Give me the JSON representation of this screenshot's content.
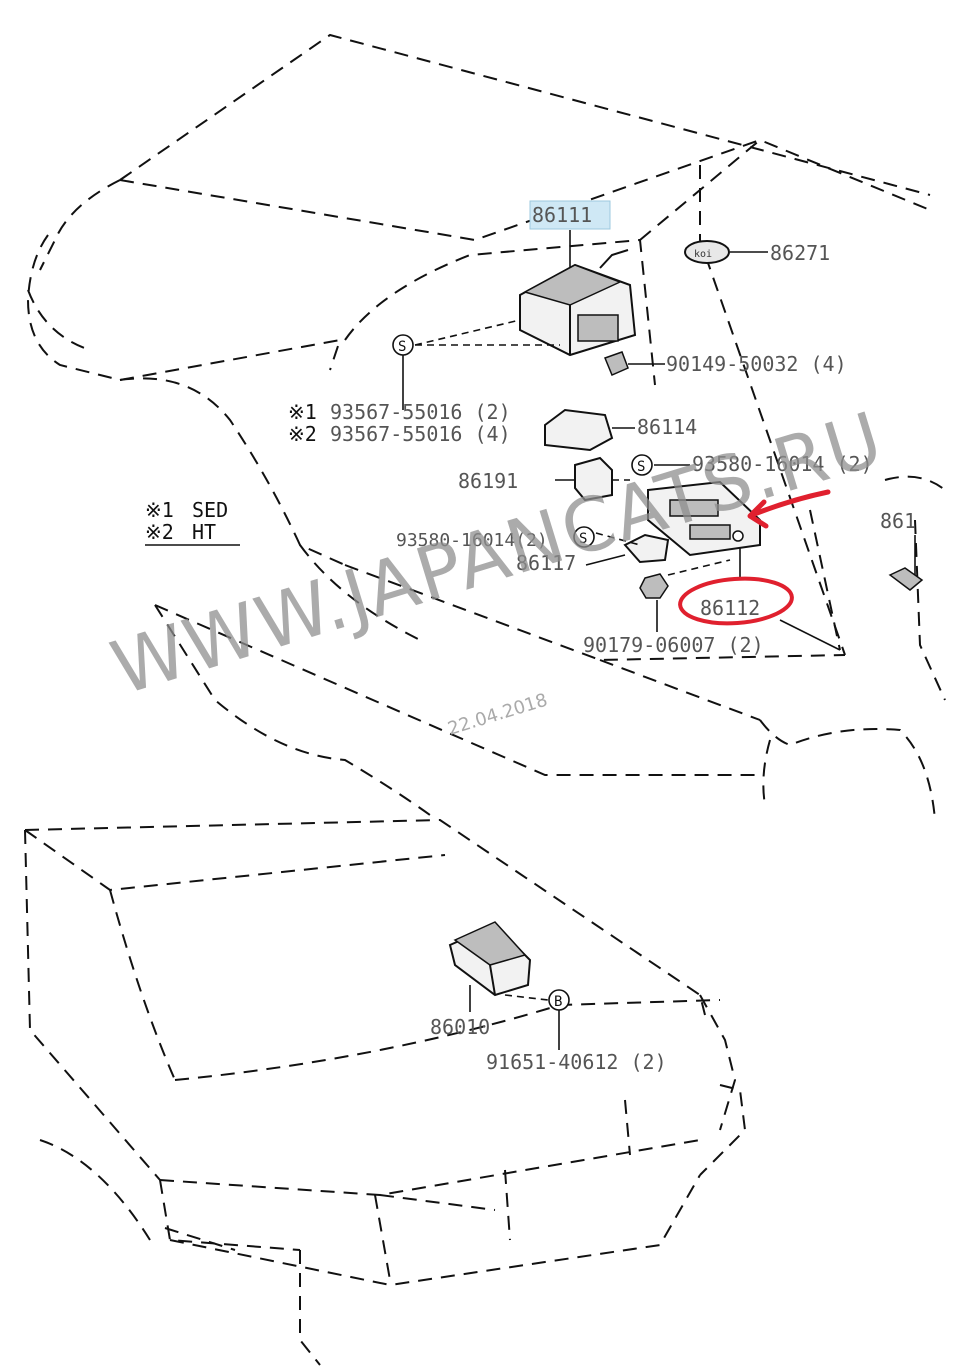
{
  "callouts": {
    "p86111": "86111",
    "p86271": "86271",
    "p90149": "90149-50032 (4)",
    "p93567a": "93567-55016 (2)",
    "p93567b": "93567-55016 (4)",
    "p86114": "86114",
    "p86191": "86191",
    "p93580r": "93580-16014 (2)",
    "p93580l": "93580-16014(2)",
    "p86117": "86117",
    "p86112": "86112",
    "p90179": "90179-06007 (2)",
    "p86010": "86010",
    "p91651": "91651-40612 (2)",
    "p861cut": "861"
  },
  "markers": {
    "s_circle": "S",
    "b_circle": "B",
    "note1": "※1",
    "note2": "※2"
  },
  "legend": {
    "row1_mark": "※1",
    "row1_text": "SED",
    "row2_mark": "※2",
    "row2_text": "HT"
  },
  "watermark": {
    "site": "WWW.JAPANCATS.RU",
    "date": "22.04.2018"
  },
  "colors": {
    "highlight_label_bg": "#cfe8f5",
    "annotation_red": "#e0202e"
  }
}
